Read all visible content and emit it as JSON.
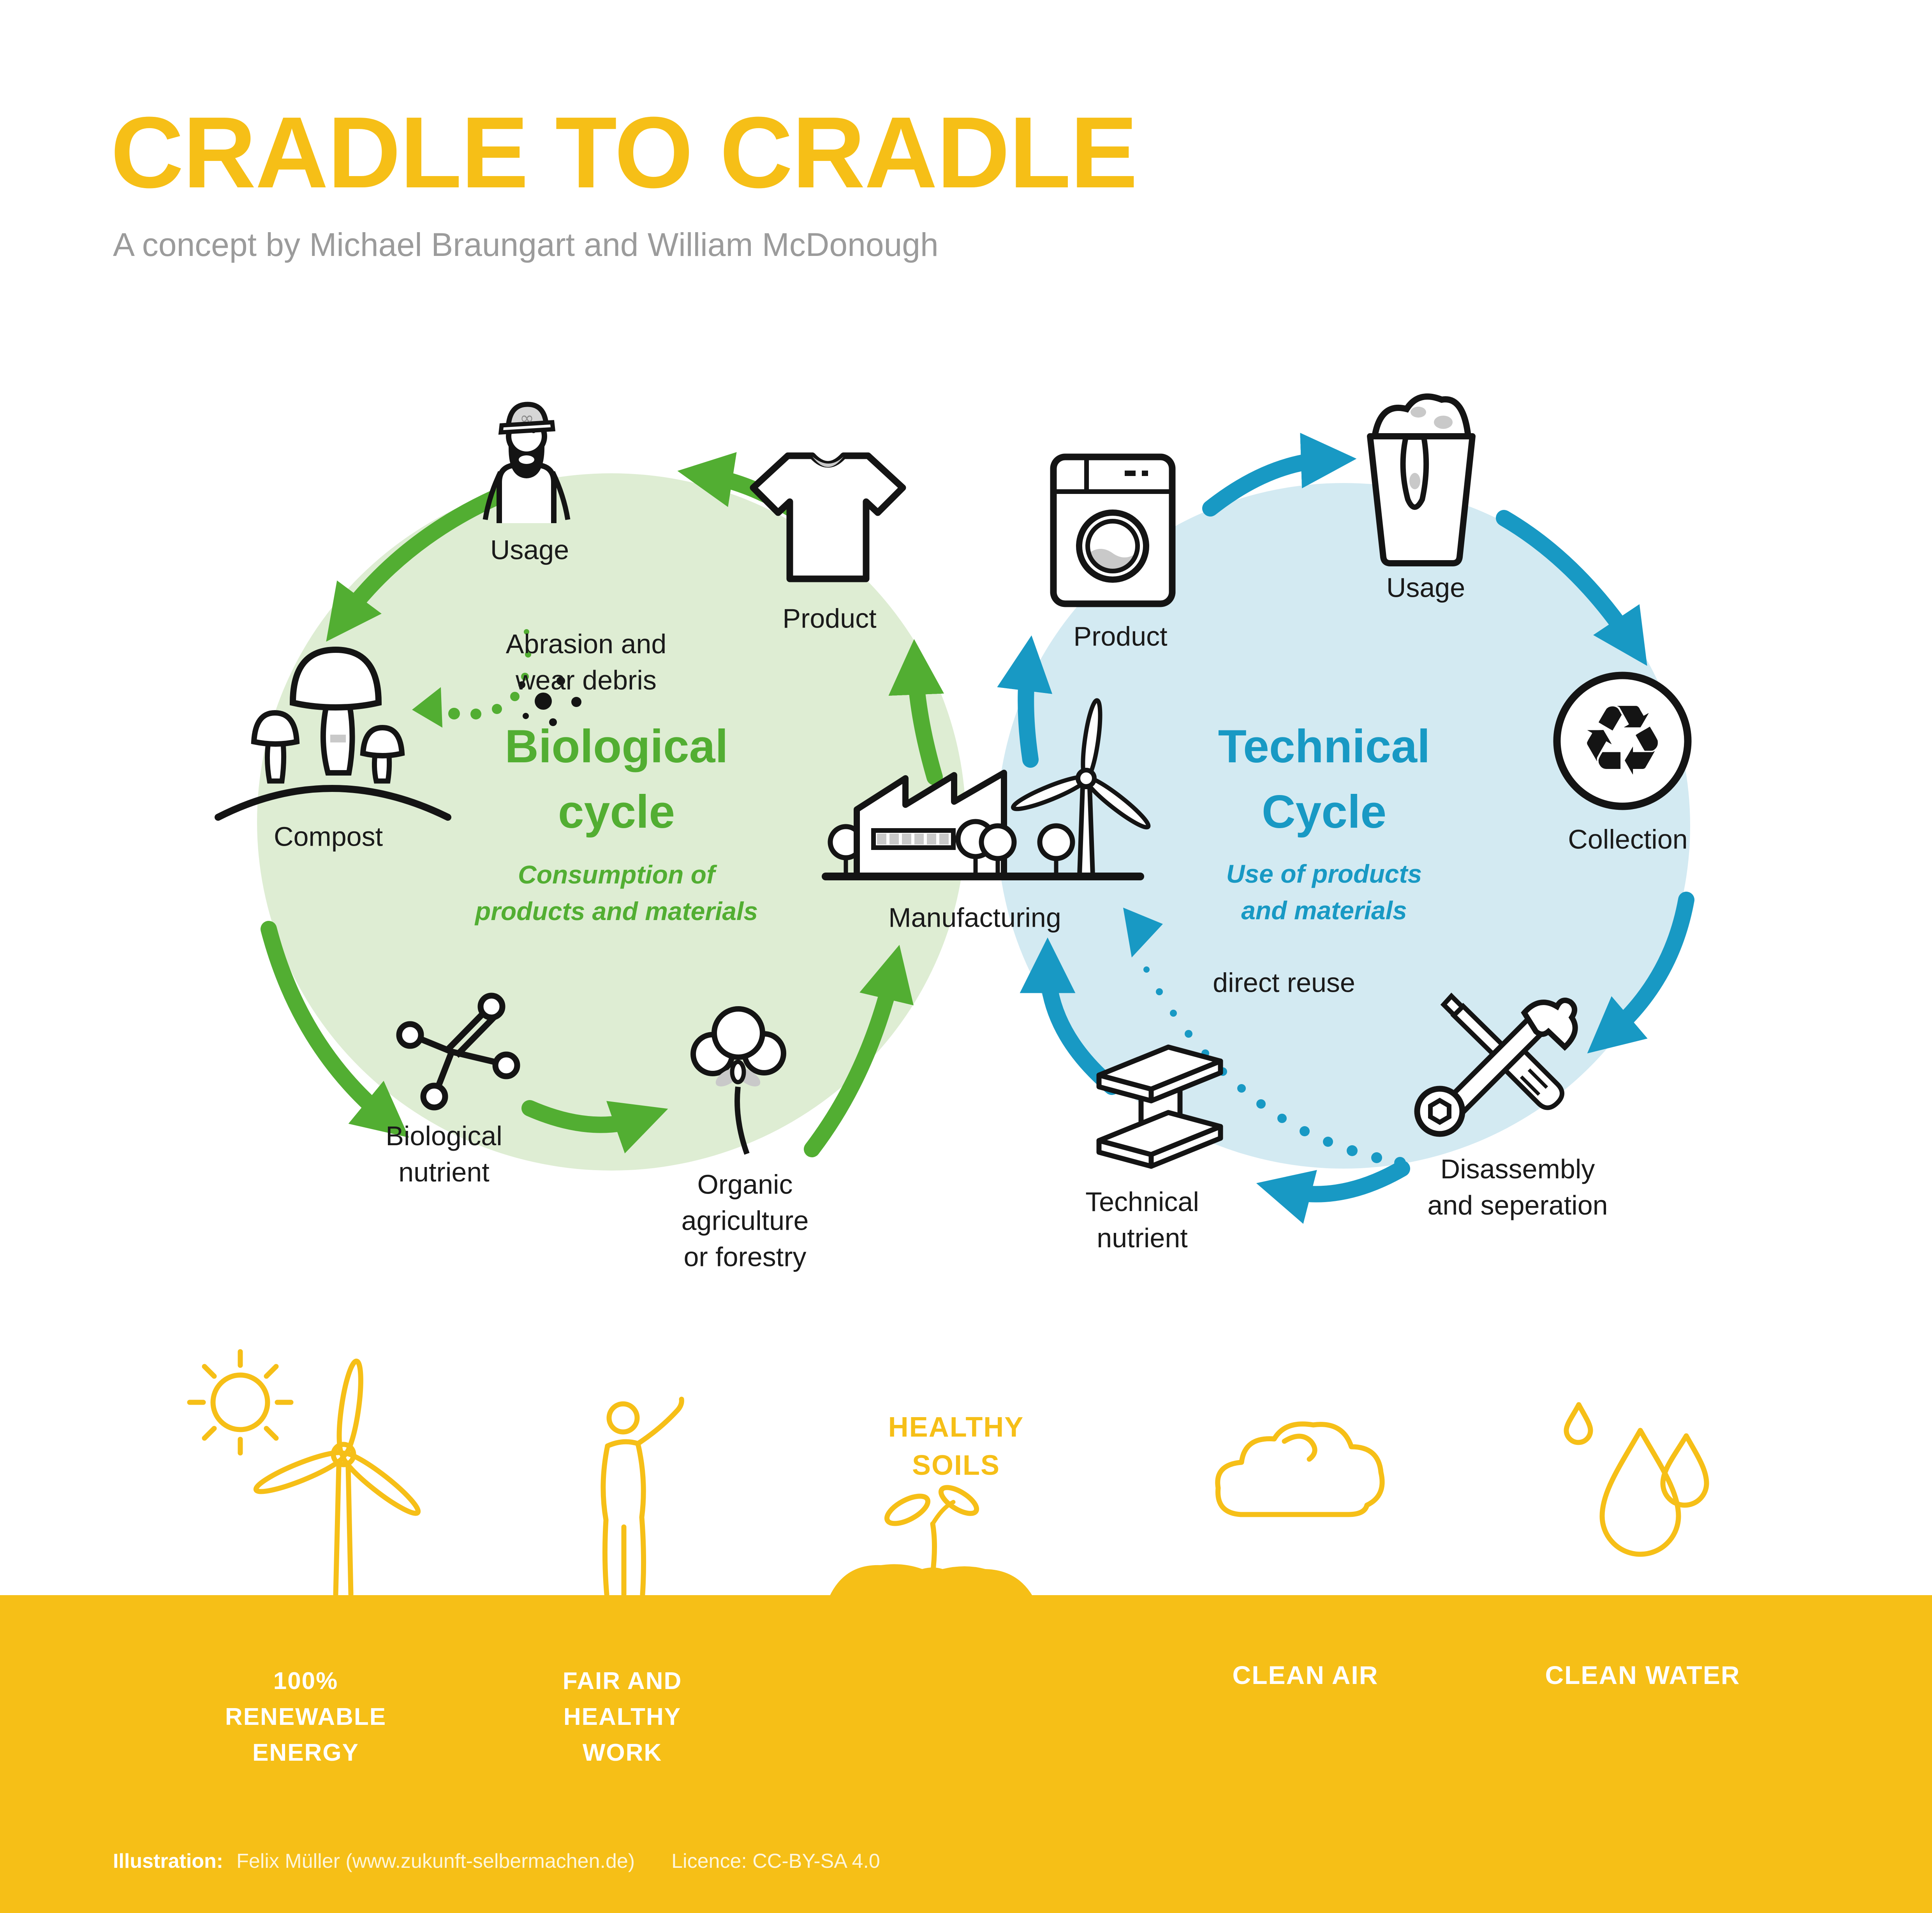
{
  "header": {
    "title": "CRADLE TO CRADLE",
    "subtitle": "A concept by Michael Braungart and William McDonough"
  },
  "biological_cycle": {
    "heading": "Biological\ncycle",
    "description": "Consumption of\nproducts and materials",
    "labels": {
      "usage": "Usage",
      "product": "Product",
      "abrasion": "Abrasion and\nwear debris",
      "compost": "Compost",
      "biological_nutrient": "Biological\nnutrient",
      "organic_agriculture": "Organic\nagriculture\nor forestry"
    }
  },
  "technical_cycle": {
    "heading": "Technical\nCycle",
    "description": "Use of products\nand materials",
    "labels": {
      "product": "Product",
      "usage": "Usage",
      "collection": "Collection",
      "direct_reuse": "direct reuse",
      "disassembly": "Disassembly\nand seperation",
      "technical_nutrient": "Technical\nnutrient"
    }
  },
  "shared": {
    "manufacturing": "Manufacturing"
  },
  "benefits": {
    "renewable_energy": "100%\nRENEWABLE\nENERGY",
    "fair_work": "FAIR AND\nHEALTHY\nWORK",
    "healthy_soils": "HEALTHY\nSOILS",
    "clean_air": "CLEAN AIR",
    "clean_water": "CLEAN WATER"
  },
  "footer": {
    "credit_label": "Illustration:",
    "credit_text": "Felix Müller (www.zukunft-selbermachen.de)",
    "licence": "Licence: CC-BY-SA 4.0"
  },
  "icons": {
    "recycling_glyph": "♻",
    "infinity_glyph": "∞",
    "names": [
      "person-icon",
      "tshirt-icon",
      "mushrooms-icon",
      "molecule-icon",
      "cotton-icon",
      "factory-icon",
      "wind-turbine-icon",
      "washing-machine-icon",
      "laundry-basket-icon",
      "recycling-icon",
      "tools-icon",
      "ibeam-icon",
      "sun-icon",
      "turbine-icon",
      "worker-icon",
      "seedling-icon",
      "soil-organisms-icon",
      "cloud-icon",
      "waterdrops-icon"
    ]
  },
  "colors": {
    "yellow": "#F6BF17",
    "green": "#52AE32",
    "light-green": "#DEEDD3",
    "teal": "#1899C4",
    "light-blue": "#D3EAF2",
    "dark": "#1A1A1A",
    "gray": "#9B9B9B",
    "icon-gray": "#C9C9C9"
  }
}
